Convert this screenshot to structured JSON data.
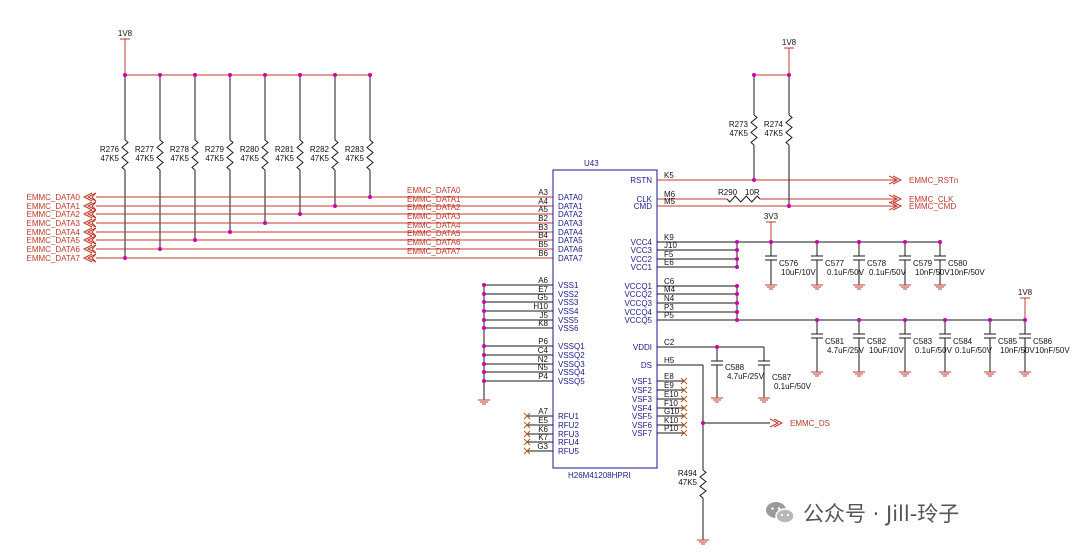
{
  "rails": {
    "v1v8": "1V8",
    "v3v3": "3V3"
  },
  "pullup_resistors": [
    {
      "ref": "R276",
      "value": "47K5"
    },
    {
      "ref": "R277",
      "value": "47K5"
    },
    {
      "ref": "R278",
      "value": "47K5"
    },
    {
      "ref": "R279",
      "value": "47K5"
    },
    {
      "ref": "R280",
      "value": "47K5"
    },
    {
      "ref": "R281",
      "value": "47K5"
    },
    {
      "ref": "R282",
      "value": "47K5"
    },
    {
      "ref": "R283",
      "value": "47K5"
    }
  ],
  "ctrl_resistors": [
    {
      "ref": "R273",
      "value": "47K5"
    },
    {
      "ref": "R274",
      "value": "47K5"
    }
  ],
  "clk_resistor": {
    "ref": "R290",
    "value": "10R"
  },
  "ds_resistor": {
    "ref": "R494",
    "value": "47K5"
  },
  "chip": {
    "ref": "U43",
    "part": "H26M41208HPRI"
  },
  "data_ports": [
    "EMMC_DATA0",
    "EMMC_DATA1",
    "EMMC_DATA2",
    "EMMC_DATA3",
    "EMMC_DATA4",
    "EMMC_DATA5",
    "EMMC_DATA6",
    "EMMC_DATA7"
  ],
  "data_net_labels": [
    "EMMC_DATA0",
    "EMMC_DATA1",
    "EMMC_DATA2",
    "EMMC_DATA3",
    "EMMC_DATA4",
    "EMMC_DATA5",
    "EMMC_DATA6",
    "EMMC_DATA7"
  ],
  "data_pins": [
    {
      "num": "A3",
      "name": "DATA0"
    },
    {
      "num": "A4",
      "name": "DATA1"
    },
    {
      "num": "A5",
      "name": "DATA2"
    },
    {
      "num": "B2",
      "name": "DATA3"
    },
    {
      "num": "B3",
      "name": "DATA4"
    },
    {
      "num": "B4",
      "name": "DATA5"
    },
    {
      "num": "B5",
      "name": "DATA6"
    },
    {
      "num": "B6",
      "name": "DATA7"
    }
  ],
  "vss_pins": [
    {
      "num": "A6",
      "name": "VSS1"
    },
    {
      "num": "E7",
      "name": "VSS2"
    },
    {
      "num": "G5",
      "name": "VSS3"
    },
    {
      "num": "H10",
      "name": "VSS4"
    },
    {
      "num": "J5",
      "name": "VSS5"
    },
    {
      "num": "K8",
      "name": "VSS6"
    }
  ],
  "vssq_pins": [
    {
      "num": "P6",
      "name": "VSSQ1"
    },
    {
      "num": "C4",
      "name": "VSSQ2"
    },
    {
      "num": "N2",
      "name": "VSSQ3"
    },
    {
      "num": "N5",
      "name": "VSSQ4"
    },
    {
      "num": "P4",
      "name": "VSSQ5"
    }
  ],
  "rfu_pins": [
    {
      "num": "A7",
      "name": "RFU1"
    },
    {
      "num": "E5",
      "name": "RFU2"
    },
    {
      "num": "K6",
      "name": "RFU3"
    },
    {
      "num": "K7",
      "name": "RFU4"
    },
    {
      "num": "G3",
      "name": "RFU5"
    }
  ],
  "ctrl_pins": [
    {
      "num": "K5",
      "name": "RSTN"
    },
    {
      "num": "M6",
      "name": "CLK"
    },
    {
      "num": "M5",
      "name": "CMD"
    }
  ],
  "ctrl_ports": [
    "EMMC_RSTn",
    "EMMC_CLK",
    "EMMC_CMD"
  ],
  "vcc_pins": [
    {
      "num": "K9",
      "name": "VCC4"
    },
    {
      "num": "J10",
      "name": "VCC3"
    },
    {
      "num": "F5",
      "name": "VCC2"
    },
    {
      "num": "E6",
      "name": "VCC1"
    }
  ],
  "vccq_pins": [
    {
      "num": "C6",
      "name": "VCCQ1"
    },
    {
      "num": "M4",
      "name": "VCCQ2"
    },
    {
      "num": "N4",
      "name": "VCCQ3"
    },
    {
      "num": "P3",
      "name": "VCCQ4"
    },
    {
      "num": "P5",
      "name": "VCCQ5"
    }
  ],
  "vddi_pin": {
    "num": "C2",
    "name": "VDDI"
  },
  "ds_pin": {
    "num": "H5",
    "name": "DS"
  },
  "vsf_pins": [
    {
      "num": "E8",
      "name": "VSF1"
    },
    {
      "num": "E9",
      "name": "VSF2"
    },
    {
      "num": "E10",
      "name": "VSF3"
    },
    {
      "num": "F10",
      "name": "VSF4"
    },
    {
      "num": "G10",
      "name": "VSF5"
    },
    {
      "num": "K10",
      "name": "VSF6"
    },
    {
      "num": "P10",
      "name": "VSF7"
    }
  ],
  "ds_port": "EMMC_DS",
  "vcc_caps": [
    {
      "ref": "C576",
      "value": "10uF/10V"
    },
    {
      "ref": "C577",
      "value": "0.1uF/50V"
    },
    {
      "ref": "C578",
      "value": "0.1uF/50V"
    },
    {
      "ref": "C579",
      "value": "10nF/50V"
    },
    {
      "ref": "C580",
      "value": "10nF/50V"
    }
  ],
  "vccq_caps": [
    {
      "ref": "C581",
      "value": "4.7uF/25V"
    },
    {
      "ref": "C582",
      "value": "10uF/10V"
    },
    {
      "ref": "C583",
      "value": "0.1uF/50V"
    },
    {
      "ref": "C584",
      "value": "0.1uF/50V"
    },
    {
      "ref": "C585",
      "value": "10nF/50V"
    },
    {
      "ref": "C586",
      "value": "10nF/50V"
    }
  ],
  "vddi_caps": [
    {
      "ref": "C588",
      "value": "4.7uF/25V"
    },
    {
      "ref": "C587",
      "value": "0.1uF/50V"
    }
  ],
  "watermark": "公众号 · Jill-玲子"
}
